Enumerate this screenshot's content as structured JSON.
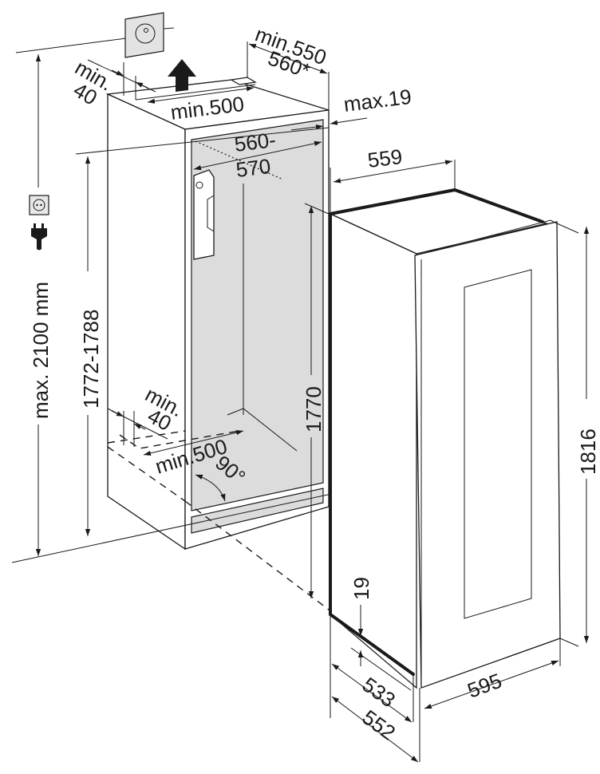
{
  "diagram": {
    "subject": "Built-in wine cabinet installation dimensions",
    "unit": "mm",
    "niche": {
      "height_range": "1772-1788",
      "width_range_line1": "560-",
      "width_range_line2": "570",
      "depth_min": "min.550",
      "depth_recommended": "560*",
      "overall_height_max": "max. 2100 mm",
      "side_wall_max": "max.19"
    },
    "ventilation": {
      "top_gap_label_line1": "min.",
      "top_gap_label_line2": "40",
      "top_width_label": "min.500",
      "bottom_gap_label_line1": "min.",
      "bottom_gap_label_line2": "40",
      "bottom_width_label": "min.500",
      "angle_label": "90°",
      "airflow_direction": "up"
    },
    "appliance": {
      "width": "559",
      "body_height": "1770",
      "total_height": "1816",
      "front_width": "595",
      "body_depth": "533",
      "total_depth": "552",
      "door_gap": "19"
    },
    "icons": {
      "outlet": "wall-socket-icon",
      "plug": "power-plug-icon",
      "airflow": "airflow-arrow-icon",
      "wall_connector": "wall-outlet-plate-icon"
    }
  }
}
